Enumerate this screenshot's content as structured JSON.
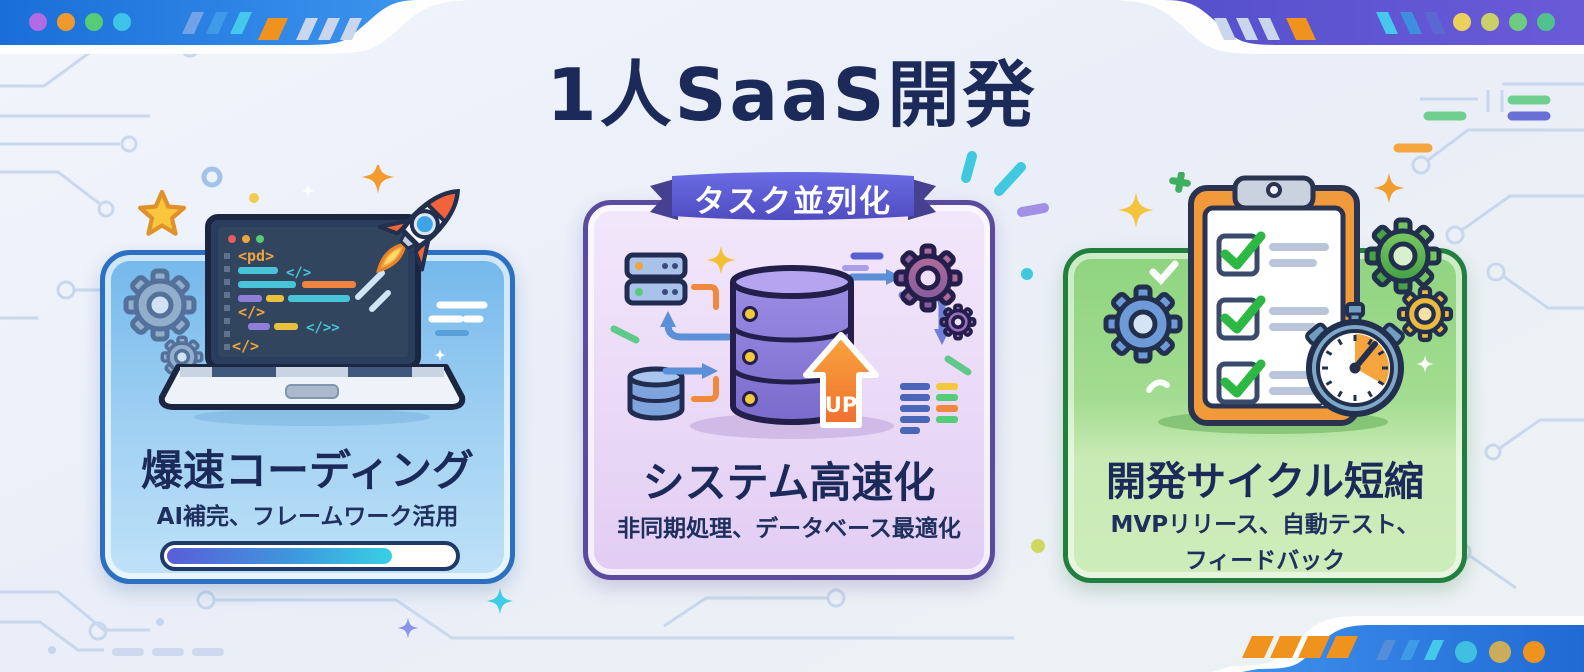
{
  "title": "1人SaaS開発",
  "cards": [
    {
      "id": "fast-coding",
      "title": "爆速コーディング",
      "subtitle": "AI補完、フレームワーク活用",
      "progress_percent": 77,
      "code_tokens": [
        "<pd>",
        "</>",
        "</>",
        "</>>",
        "</>"
      ],
      "accent_color": "#2b70c2"
    },
    {
      "id": "system-speedup",
      "badge": "タスク並列化",
      "title": "システム高速化",
      "subtitle": "非同期処理、データベース最適化",
      "up_label": "UP",
      "accent_color": "#5b4b9e"
    },
    {
      "id": "dev-cycle",
      "title": "開発サイクル短縮",
      "subtitle_line1": "MVPリリース、自動テスト、",
      "subtitle_line2": "フィードバック",
      "accent_color": "#21803f"
    }
  ],
  "colors": {
    "title_text": "#1c2a5a",
    "banner_fill": "#5a58d0",
    "progress_from": "#5a5ed8",
    "progress_to": "#38d0e4",
    "header_bar_blue": "#2b7de0",
    "header_bar_indigo": "#6059d6",
    "footer_bar_blue": "#2f7ce0",
    "accent_orange": "#f0921e"
  }
}
